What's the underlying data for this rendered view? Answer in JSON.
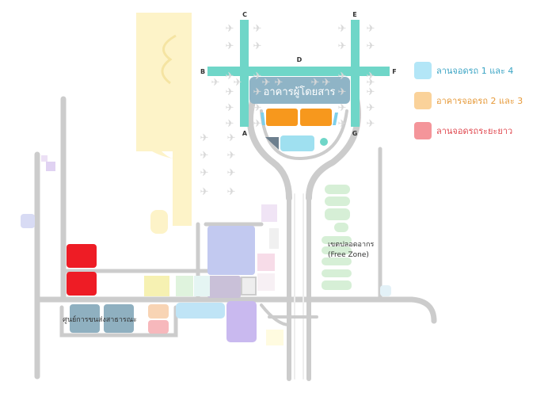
{
  "map": {
    "terminal_label": "อาคารผู้โดยสาร",
    "free_zone": {
      "line1": "เขตปลอดอากร",
      "line2": "(Free Zone)"
    },
    "transport_center_label": "ศูนย์การขนส่งสาธารณะ",
    "concourses": {
      "a": "A",
      "b": "B",
      "c": "C",
      "d": "D",
      "e": "E",
      "f": "F",
      "g": "G"
    }
  },
  "legend": {
    "items": [
      {
        "label": "ลานจอดรถ 1 และ 4",
        "color": "#b3e6f7",
        "text_color": "#3aa4c4"
      },
      {
        "label": "อาคารจอดรถ 2 และ 3",
        "color": "#fad29a",
        "text_color": "#e69a3a"
      },
      {
        "label": "ลานจอดรถระยะยาว",
        "color": "#f4959a",
        "text_color": "#e0484f"
      }
    ]
  },
  "colors": {
    "concourse": "#6fd6c8",
    "terminal": "#8fb4c6",
    "parking_garage": "#f7981d",
    "parking_lot": "#9fe0f0",
    "long_term": "#ee1c25",
    "transport_center": "#8fb0c0",
    "road": "#cccccc",
    "runway_area": "#fdf3c8",
    "free_zone": "#d6efd6"
  },
  "icons": {
    "aircraft": "airplane-icon"
  }
}
